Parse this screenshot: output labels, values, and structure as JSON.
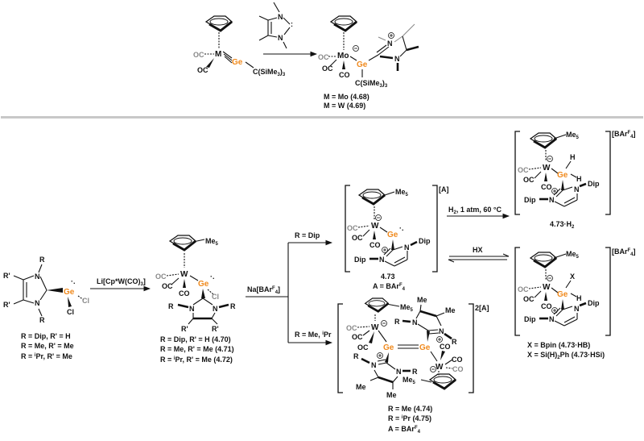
{
  "scheme": {
    "top": {
      "reactant": {
        "metal": "M",
        "ge": "Ge",
        "co1": "OC",
        "co2": "OC",
        "substituent": "C(SiMe3)3",
        "substituent_main": "C(SiMe",
        "substituent_sub": "3",
        "substituent_close": ")",
        "substituent_sub2": "3"
      },
      "carbene": {
        "n1": "N",
        "n2": "N",
        "lone_pair": ":"
      },
      "product": {
        "metal": "Mo",
        "ge": "Ge",
        "co1": "OC",
        "co2": "OC",
        "co3": "CO",
        "n1": "N",
        "n2": "N",
        "substituent_main": "C(SiMe",
        "substituent_sub": "3",
        "substituent_close": ")",
        "substituent_sub2": "3",
        "labels": [
          "M = Mo (4.68)",
          "M = W (4.69)"
        ]
      }
    },
    "bottom": {
      "start": {
        "r": "R",
        "rp": "R'",
        "n": "N",
        "ge": "Ge",
        "cl": "Cl",
        "labels": [
          "R = Dip, R' = H",
          "R = Me, R' = Me",
          "R = Pr, R' = Me"
        ],
        "label3_prefix": "R = ",
        "label3_sup": "i",
        "label3_rest": "Pr, R' = Me"
      },
      "reagent1": {
        "main": "Li[Cp*W(CO)",
        "sub": "3",
        "close": "]"
      },
      "intermediate": {
        "me5": "Me",
        "me5_sub": "5",
        "metal": "W",
        "ge": "Ge",
        "co1": "OC",
        "co2": "OC",
        "co3": "CO",
        "cl": "Cl",
        "r": "R",
        "n": "N",
        "rp": "R'",
        "labels": [
          "R = Dip, R' = H (4.70)",
          "R = Me, R' = Me (4.71)"
        ],
        "label3_prefix": "R = ",
        "label3_sup": "i",
        "label3_rest": "Pr, R' = Me (4.72)"
      },
      "reagent2": {
        "main": "Na[BAr",
        "sup": "F",
        "sub": "4",
        "close": "]"
      },
      "branch_dip": "R = Dip",
      "branch_me": {
        "prefix": "R = Me, ",
        "sup": "i",
        "rest": "Pr"
      },
      "cation_473": {
        "me5": "Me",
        "me5_sub": "5",
        "metal": "W",
        "ge": "Ge",
        "co1": "OC",
        "co2": "OC",
        "co3": "CO",
        "n": "N",
        "dip": "Dip",
        "counter": "[A]",
        "compound": "4.73",
        "anion_label_main": "A = BAr",
        "anion_label_sup": "F",
        "anion_label_sub": "4"
      },
      "h2_conditions": {
        "main": "H",
        "sub": "2",
        "rest": ", 1 atm, 60 °C"
      },
      "hx_conditions": "HX",
      "product_h2": {
        "me5": "Me",
        "me5_sub": "5",
        "metal": "W",
        "ge": "Ge",
        "h": "H",
        "co1": "OC",
        "co2": "OC",
        "co3": "CO",
        "n": "N",
        "dip": "Dip",
        "counter_main": "[BAr",
        "counter_sup": "F",
        "counter_sub": "4",
        "counter_close": "]",
        "compound_main": "4.73·H",
        "compound_sub": "2"
      },
      "product_hx": {
        "me5": "Me",
        "me5_sub": "5",
        "metal": "W",
        "ge": "Ge",
        "x": "X",
        "h": "H",
        "co1": "OC",
        "co2": "OC",
        "co3": "CO",
        "n": "N",
        "dip": "Dip",
        "counter_main": "[BAr",
        "counter_sup": "F",
        "counter_sub": "4",
        "counter_close": "]",
        "label1": "X = Bpin (4.73·HB)",
        "label2_main": "X = Si(H)",
        "label2_sub": "2",
        "label2_rest": "Ph (4.73·HSi)"
      },
      "dimer": {
        "me5": "Me",
        "me5_sub": "5",
        "me": "Me",
        "metal": "W",
        "ge": "Ge",
        "co": "CO",
        "oc": "OC",
        "r": "R",
        "n": "N",
        "counter": "2[A]",
        "labels_1": "R = Me (4.74)",
        "label2_prefix": "R = ",
        "label2_sup": "i",
        "label2_rest": "Pr (4.75)",
        "anion_label_main": "A = BAr",
        "anion_label_sup": "F",
        "anion_label_sub": "4"
      }
    }
  },
  "colors": {
    "germanium": "#f08a1e",
    "text": "#111111",
    "grey_co": "#888888",
    "divider": "#c8c8c8"
  }
}
